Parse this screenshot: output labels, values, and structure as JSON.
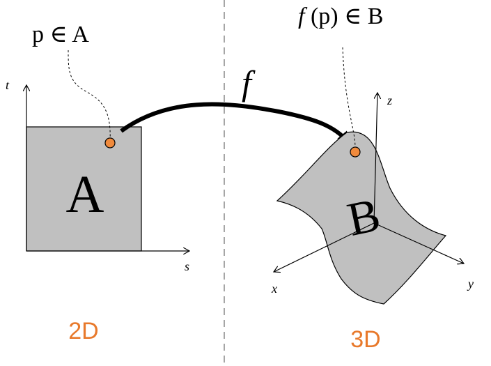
{
  "left_panel": {
    "point_label": "p ∈ A",
    "region_label": "A",
    "axis_vertical_label": "t",
    "axis_horizontal_label": "s",
    "dimension_label": "2D"
  },
  "mapping": {
    "function_label": "f"
  },
  "right_panel": {
    "point_label_func": "f",
    "point_label_rest": "(p) ∈ B",
    "region_label": "B",
    "axis_z_label": "z",
    "axis_x_label": "x",
    "axis_y_label": "y",
    "dimension_label": "3D"
  },
  "colors": {
    "region_fill": "#c0c0c0",
    "point_fill": "#f08a3c",
    "accent_text": "#e8792b",
    "divider": "#a6a6a6"
  }
}
